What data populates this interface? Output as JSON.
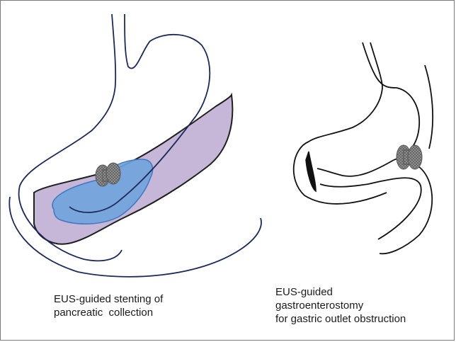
{
  "panels": [
    {
      "caption_lines": [
        "EUS-guided stenting of",
        "pancreatic  collection"
      ]
    },
    {
      "caption_lines": [
        "EUS-guided",
        "gastroenterostomy",
        "for gastric outlet obstruction"
      ]
    }
  ],
  "colors": {
    "outline_left": "#1b2a5a",
    "outline_right": "#111111",
    "pancreas_fill": "#c6b6d7",
    "collection_fill": "#6fa4dd",
    "stent_fill": "#9a9a9a",
    "frame": "#7a7a7a"
  }
}
